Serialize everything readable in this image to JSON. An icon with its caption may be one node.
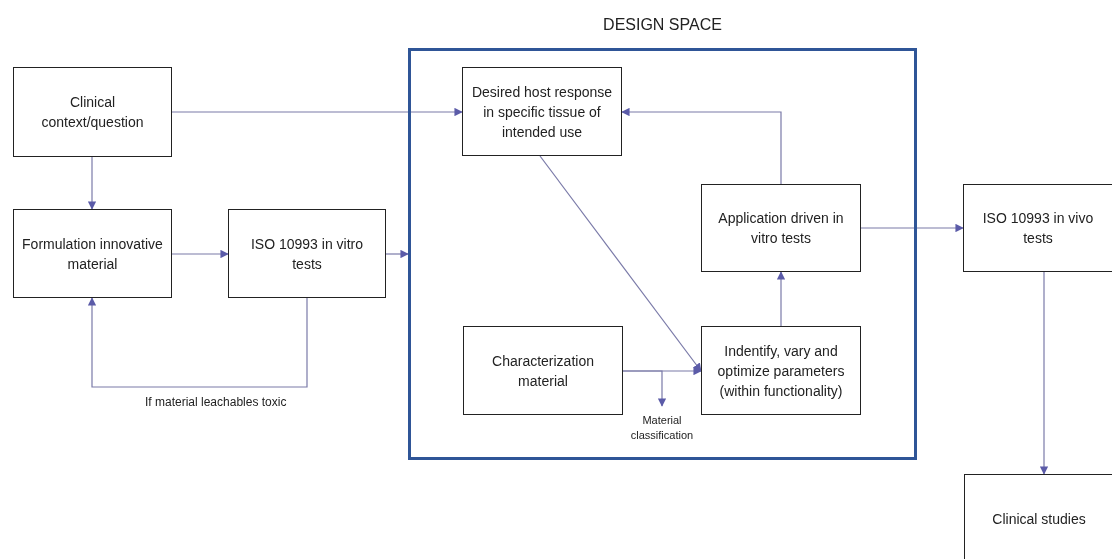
{
  "diagram": {
    "nodes": [
      {
        "text": [
          "DESIGN SPACE"
        ]
      },
      {
        "text": [
          "Clinical context/question"
        ]
      },
      {
        "text": [
          "Formulation innovative material"
        ]
      },
      {
        "text": [
          "ISO 10993 in vitro tests"
        ]
      },
      {
        "text": [
          "Desired host response in specific tissue of intended use"
        ],
        "in": 0
      },
      {
        "text": [
          "Application driven in vitro tests"
        ],
        "in": 0
      },
      {
        "text": [
          "Characterization material"
        ],
        "in": 0
      },
      {
        "text": [
          "Indentify, vary and optimize parameters (within functionality)"
        ],
        "in": 0
      },
      {
        "text": [
          "ISO 10993 in vivo tests"
        ]
      },
      {
        "text": [
          "Clinical studies"
        ]
      },
      {
        "text": [
          "Material classification"
        ],
        "in": 0
      }
    ],
    "edges": [
      {
        "from": 1,
        "to": 4,
        "arrow": "to"
      },
      {
        "from": 1,
        "to": 2,
        "arrow": "to"
      },
      {
        "from": 2,
        "to": 3,
        "arrow": "to"
      },
      {
        "from": 3,
        "to": 0,
        "arrow": "to"
      },
      {
        "from": 3,
        "to": 2,
        "arrow": "to",
        "label": "If material leachables toxic"
      },
      {
        "from": 5,
        "to": 4,
        "arrow": "to"
      },
      {
        "from": 4,
        "to": 7,
        "arrow": "to"
      },
      {
        "from": 6,
        "to": 7,
        "arrow": "to"
      },
      {
        "from": 6,
        "to": 10,
        "arrow": "to"
      },
      {
        "from": 7,
        "to": 5,
        "arrow": "to"
      },
      {
        "from": 5,
        "to": 8,
        "arrow": "to"
      },
      {
        "from": 8,
        "to": 9,
        "arrow": "to"
      }
    ]
  }
}
